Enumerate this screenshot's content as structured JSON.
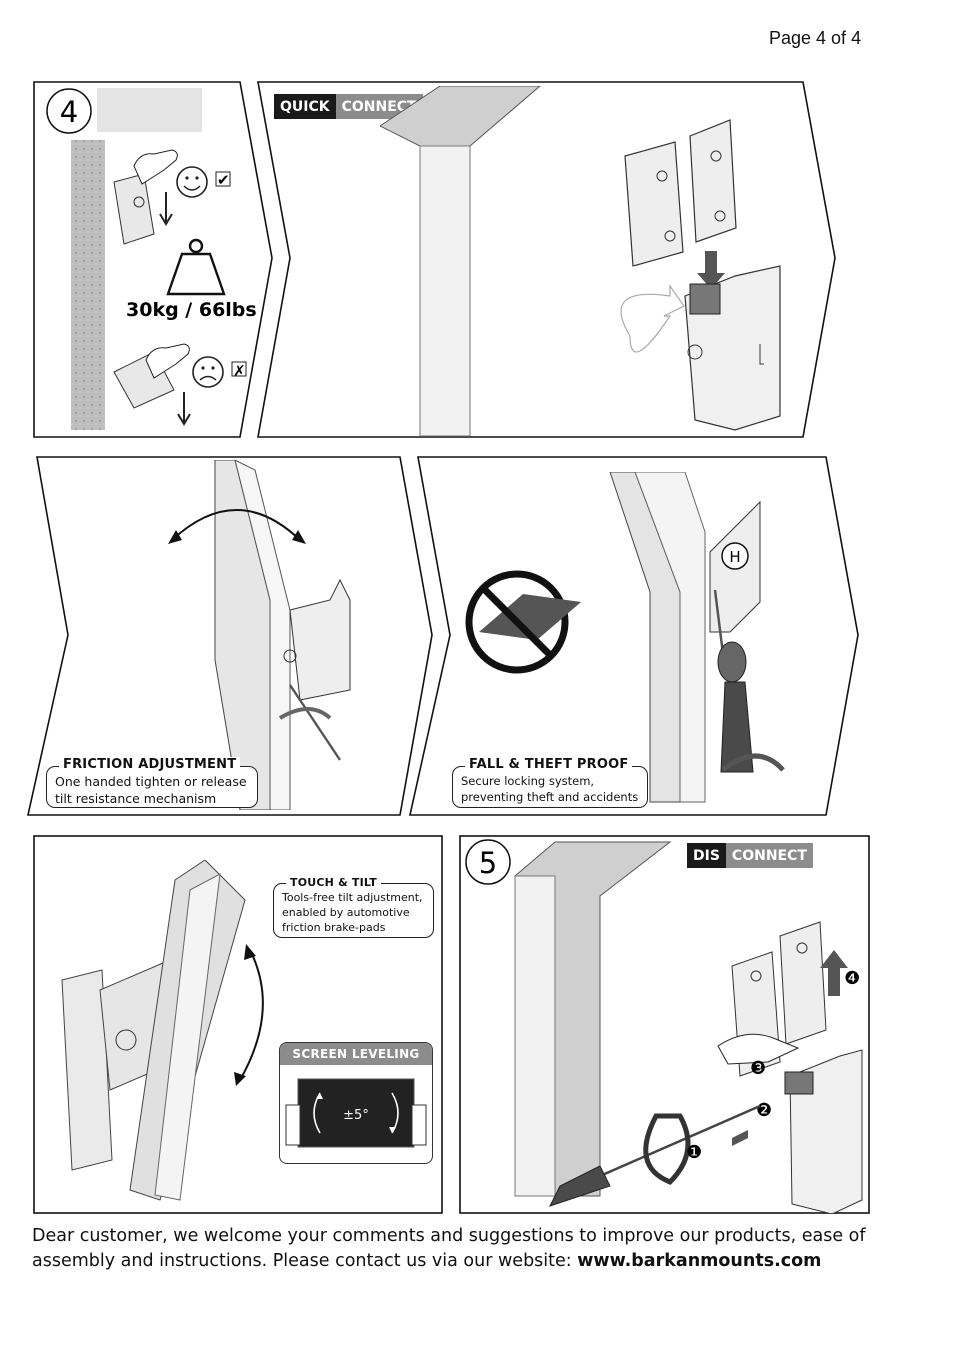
{
  "header": {
    "page": "Page 4 of 4"
  },
  "step4": {
    "number": "4",
    "weight": "30kg / 66lbs",
    "ok_mark": "✔",
    "bad_mark": "✗"
  },
  "quick_connect": {
    "left": "QUICK",
    "right": "CONNECT"
  },
  "friction": {
    "title": "FRICTION ADJUSTMENT",
    "text": "One handed tighten or release\ntilt resistance mechanism"
  },
  "fall_theft": {
    "title": "FALL & THEFT PROOF",
    "text": "Secure locking system,\npreventing theft and accidents",
    "marker": "H"
  },
  "touch_tilt": {
    "title": "TOUCH & TILT",
    "text": "Tools-free tilt adjustment,\nenabled by automotive\nfriction brake-pads"
  },
  "screen_leveling": {
    "title": "SCREEN LEVELING",
    "angle": "±5°"
  },
  "step5": {
    "number": "5",
    "badge_left": "DIS",
    "badge_right": "CONNECT",
    "markers": [
      "❶",
      "❷",
      "❸",
      "❹"
    ]
  },
  "footer": {
    "text": "Dear customer, we welcome your comments and suggestions to improve our products, ease of assembly and instructions. Please contact us via our website: ",
    "website": "www.barkanmounts.com"
  },
  "colors": {
    "frame": "#111111",
    "badge_dark": "#1a1a1a",
    "badge_gray": "#8c8c8c",
    "wall": "#b9b9b9"
  }
}
